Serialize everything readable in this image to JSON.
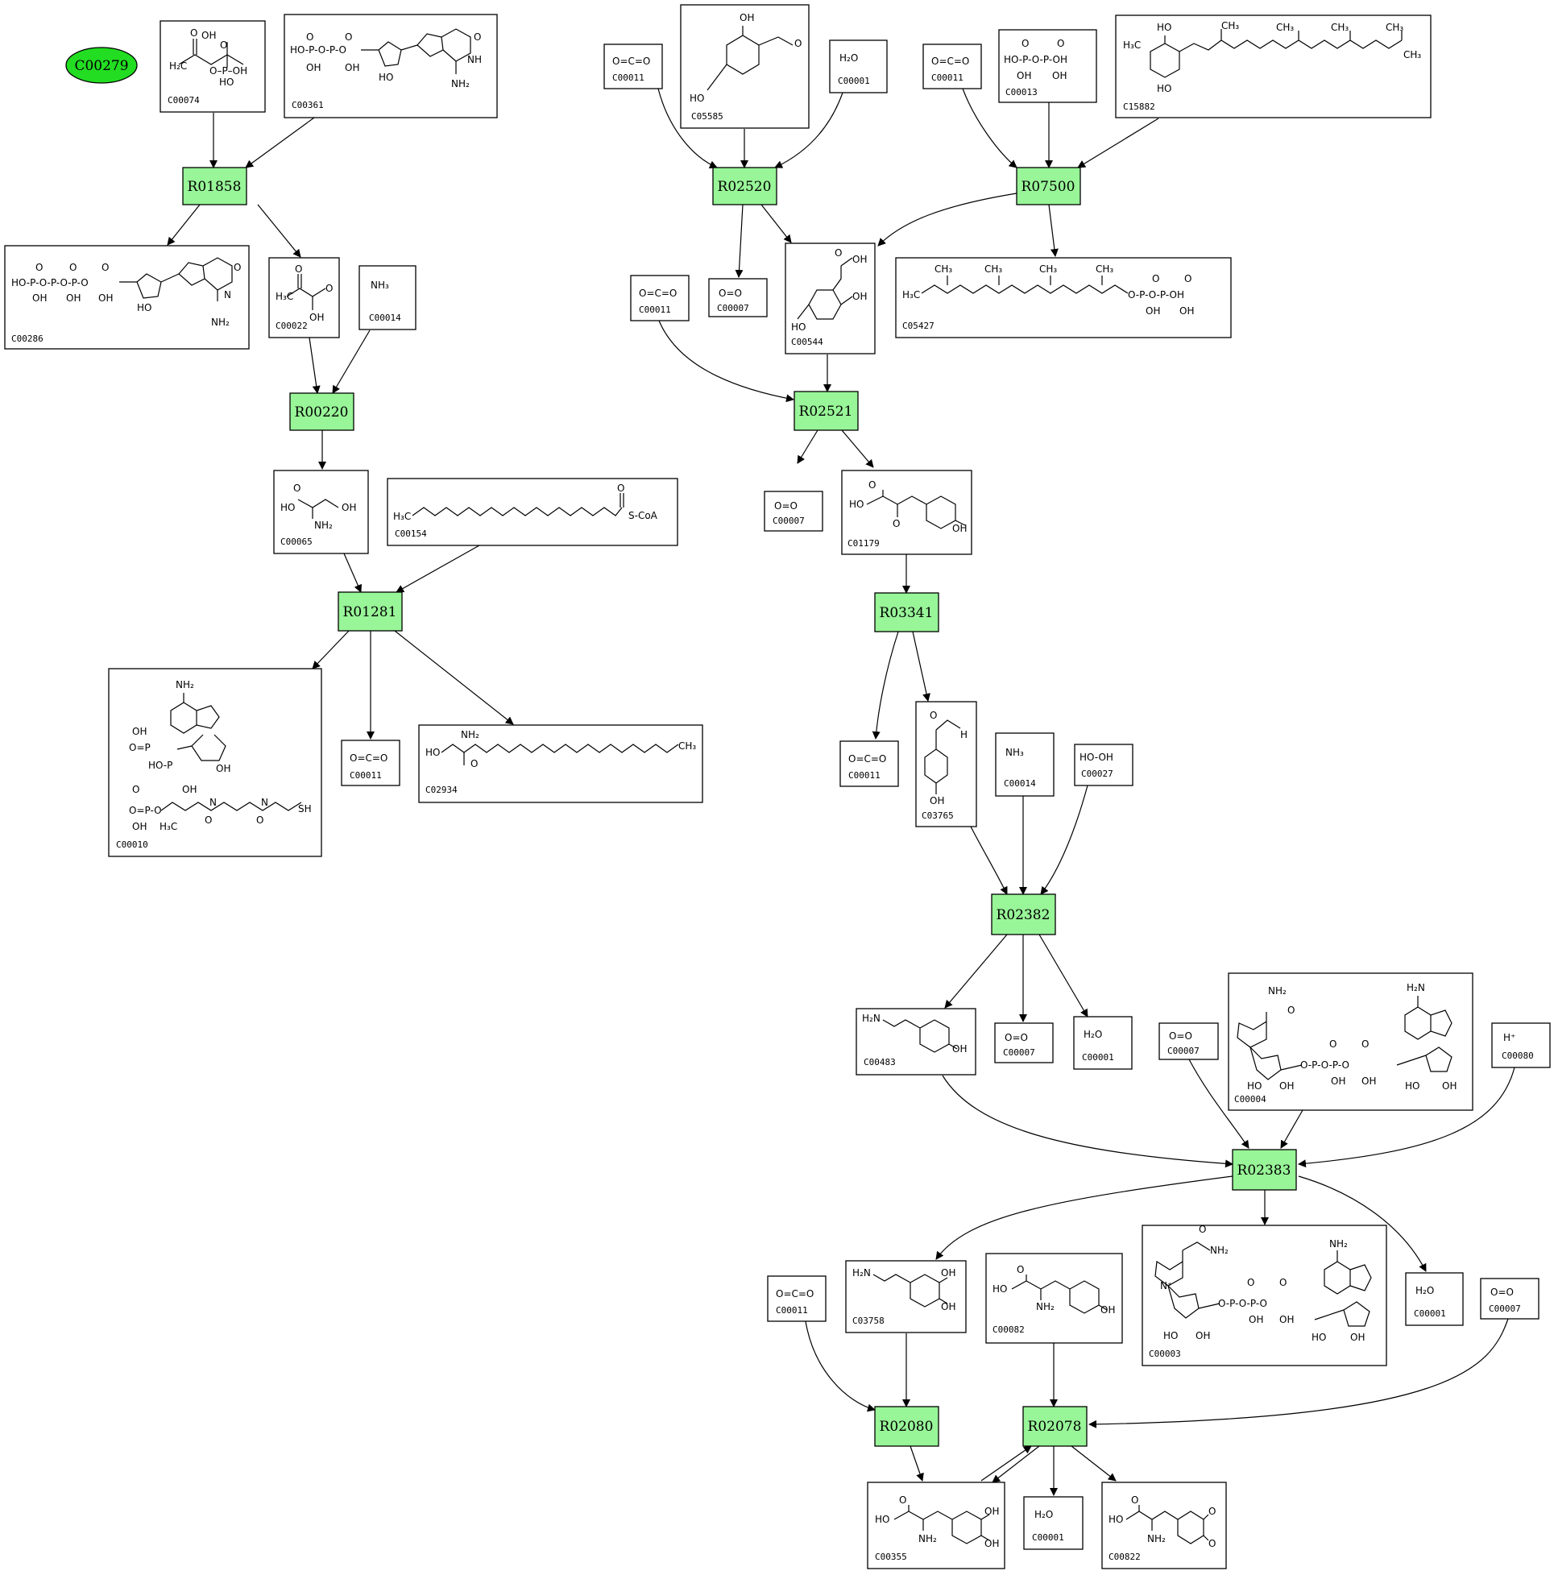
{
  "highlight": {
    "id": "C00279",
    "color": "#22dd22"
  },
  "reaction_color": "#98f598",
  "reactions": [
    "R01858",
    "R00220",
    "R01281",
    "R02520",
    "R07500",
    "R02521",
    "R03341",
    "R02382",
    "R02383",
    "R02080",
    "R02078"
  ],
  "compound_ids": [
    "C00074",
    "C00361",
    "C00286",
    "C00022",
    "C00014",
    "C00065",
    "C00154",
    "C00010",
    "C00011",
    "C02934",
    "C05585",
    "C00001",
    "C00007",
    "C00544",
    "C00013",
    "C15882",
    "C05427",
    "C01179",
    "C03765",
    "C00027",
    "C00483",
    "C00004",
    "C00080",
    "C03758",
    "C00082",
    "C00003",
    "C00355",
    "C00822"
  ],
  "formula_text": {
    "co2": "O=C=O",
    "o2": "O=O",
    "water": "H₂O",
    "ammonia": "NH₃",
    "peroxide": "HO-OH",
    "proton": "H⁺",
    "coa": "S-CoA"
  }
}
